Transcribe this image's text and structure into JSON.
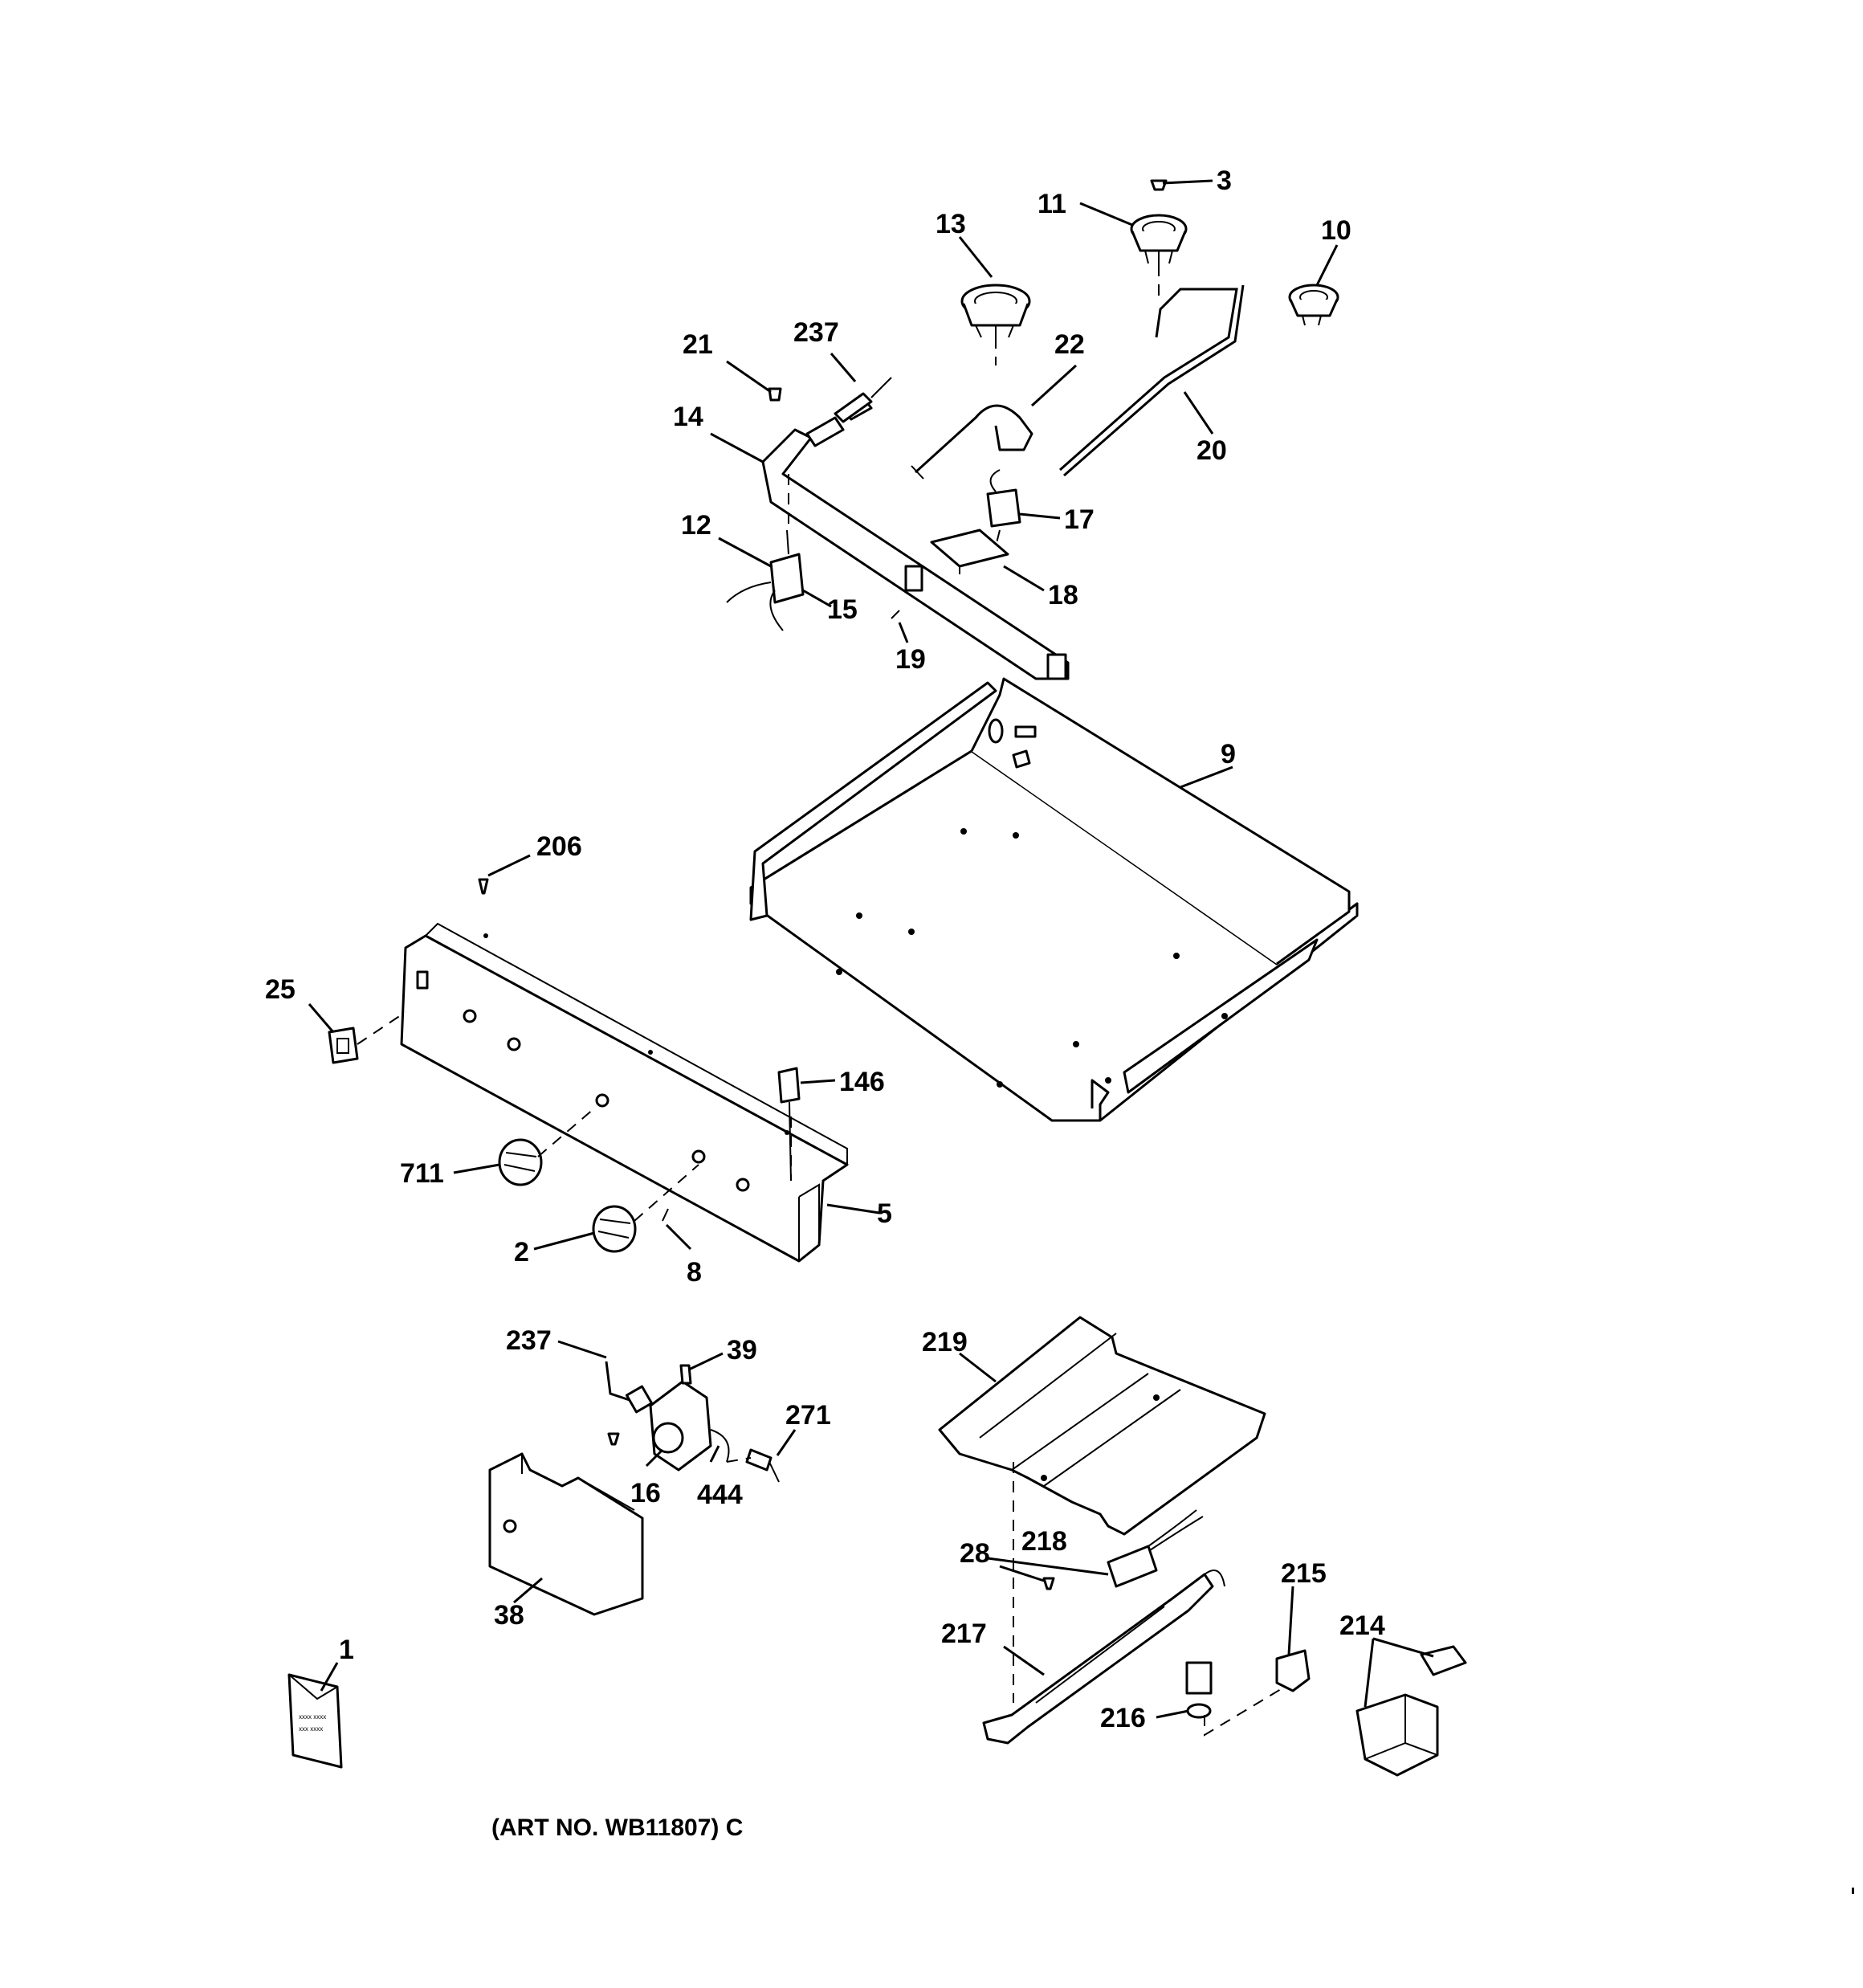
{
  "labels": {
    "p1": "1",
    "p2": "2",
    "p3": "3",
    "p5": "5",
    "p8": "8",
    "p9": "9",
    "p10": "10",
    "p11": "11",
    "p12": "12",
    "p13": "13",
    "p14": "14",
    "p15": "15",
    "p16": "16",
    "p17": "17",
    "p18": "18",
    "p19": "19",
    "p20": "20",
    "p21": "21",
    "p22": "22",
    "p25": "25",
    "p28": "28",
    "p38": "38",
    "p39": "39",
    "p146": "146",
    "p206": "206",
    "p214": "214",
    "p215": "215",
    "p216": "216",
    "p217": "217",
    "p218": "218",
    "p219": "219",
    "p237a": "237",
    "p237b": "237",
    "p271": "271",
    "p444": "444",
    "p711": "711"
  },
  "caption": "(ART NO. WB11807) C"
}
